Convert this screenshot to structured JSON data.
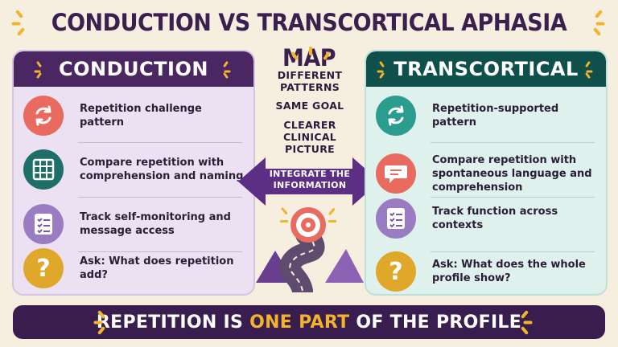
{
  "title": "CONDUCTION VS TRANSCORTICAL APHASIA MAP",
  "colors": {
    "purple_dark": "#4a2763",
    "teal_dark": "#0f4f4c",
    "gold": "#f1b42c",
    "coral": "#e96b5f",
    "teal": "#2a9d8f"
  },
  "left_panel": {
    "heading": "CONDUCTION",
    "rows": [
      {
        "icon": "refresh-icon",
        "text": "Repetition challenge pattern"
      },
      {
        "icon": "grid-icon",
        "text": "Compare repetition with comprehension and naming"
      },
      {
        "icon": "checklist-icon",
        "text": "Track self-monitoring and message access"
      },
      {
        "icon": "question-icon",
        "text": "Ask: What does repetition add?"
      }
    ]
  },
  "right_panel": {
    "heading": "TRANSCORTICAL",
    "rows": [
      {
        "icon": "refresh-icon",
        "text": "Repetition-supported pattern"
      },
      {
        "icon": "speech-bubble-icon",
        "text": "Compare repetition with spontaneous  language and comprehension"
      },
      {
        "icon": "checklist-icon",
        "text": "Track function across contexts"
      },
      {
        "icon": "question-icon",
        "text": "Ask: What does the whole profile show?"
      }
    ]
  },
  "center": {
    "line1": "DIFFERENT PATTERNS",
    "line2": "SAME GOAL",
    "line3": "CLEARER CLINICAL PICTURE",
    "arrow_label": "INTEGRATE THE INFORMATION"
  },
  "banner": {
    "before": "REPETITION IS ",
    "highlight": "ONE PART",
    "after": " OF THE PROFILE"
  }
}
